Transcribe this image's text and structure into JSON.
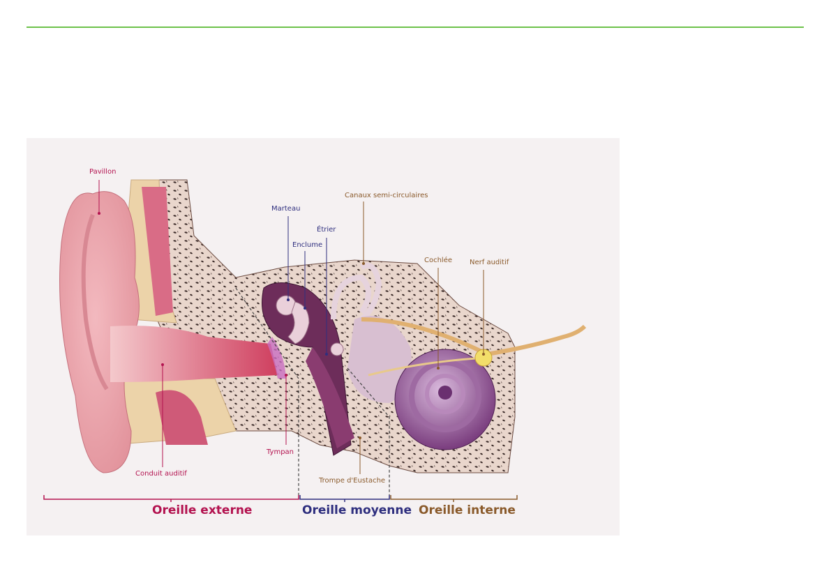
{
  "labels": {
    "pavillon": "Pavillon",
    "marteau": "Marteau",
    "enclume": "Enclume",
    "etrier": "Étrier",
    "canaux": "Canaux semi-circulaires",
    "cochlee": "Cochlée",
    "nerf": "Nerf auditif",
    "tympan": "Tympan",
    "conduit": "Conduit auditif",
    "trompe": "Trompe d'Eustache"
  },
  "sections": {
    "externe": "Oreille externe",
    "moyenne": "Oreille moyenne",
    "interne": "Oreille interne"
  },
  "colors": {
    "accent_line": "#6cc24a",
    "externe": "#b3124f",
    "moyenne": "#2e2e7e",
    "interne": "#8a5a2b"
  }
}
